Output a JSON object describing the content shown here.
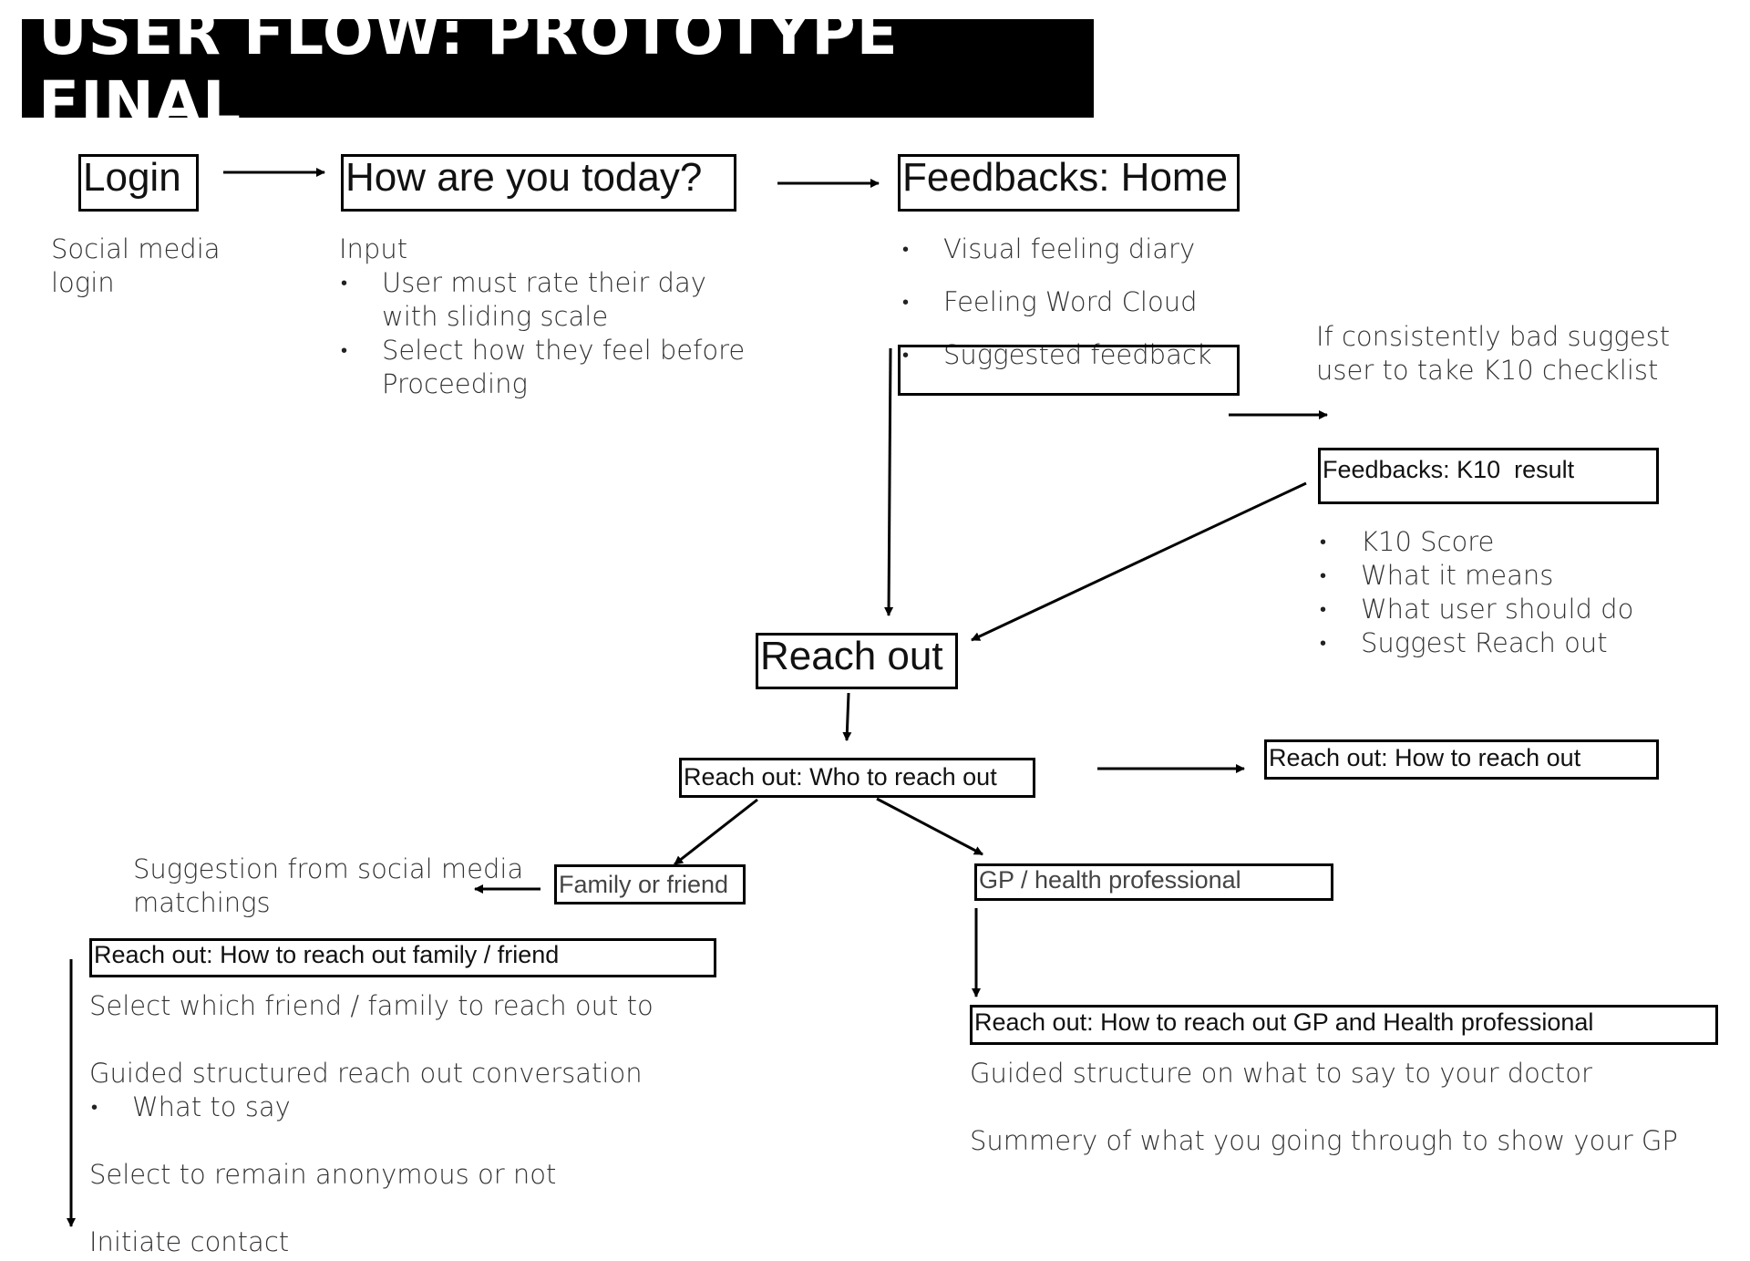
{
  "title": "USER FLOW: PROTOTYPE FINAL",
  "nodes": {
    "login": {
      "label": "Login",
      "note": [
        "Social media",
        "login"
      ]
    },
    "how_today": {
      "label": "How are you today?",
      "input_label": "Input",
      "bullets": [
        "User must rate their day with sliding scale",
        "Select how they feel before Proceeding"
      ]
    },
    "feedbacks_home": {
      "label": "Feedbacks: Home",
      "bullets": [
        "Visual feeling diary",
        "Feeling Word Cloud",
        "Suggested feedback"
      ]
    },
    "k10_note": [
      "If consistently bad suggest",
      "user to take K10 checklist"
    ],
    "feedbacks_k10": {
      "label": "Feedbacks: K10  result",
      "bullets": [
        "K10 Score",
        "What it means",
        "What user should do",
        "Suggest Reach out"
      ]
    },
    "reach_out": {
      "label": "Reach out"
    },
    "who_to_reach": {
      "label": "Reach out: Who to reach out"
    },
    "how_to_reach": {
      "label": "Reach out: How to reach out"
    },
    "family_friend": {
      "label": "Family or friend",
      "suggestion": [
        "Suggestion from social media",
        "matchings"
      ]
    },
    "gp": {
      "label": "GP / health professional"
    },
    "family_how": {
      "label": "Reach out: How to reach out family / friend",
      "step1": "Select which friend / family to reach out to",
      "step2": "Guided structured reach out conversation",
      "step2_bullet": "What to say",
      "step3": "Select to remain anonymous or not",
      "step4": "Initiate contact"
    },
    "gp_how": {
      "label": "Reach out: How to reach out GP and Health professional",
      "step1": "Guided structure on what to say to your doctor",
      "step2": "Summery of what you going through to show your GP"
    }
  }
}
